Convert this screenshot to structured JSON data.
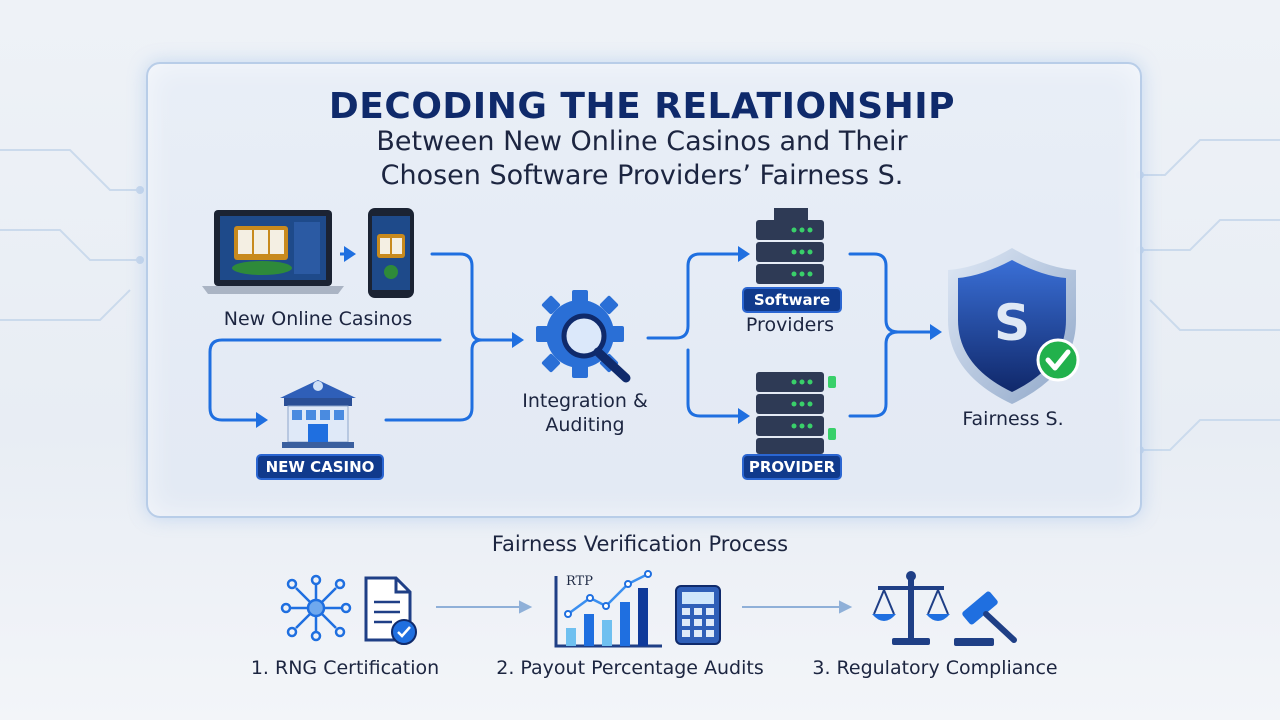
{
  "header": {
    "title": "DECODING THE RELATIONSHIP",
    "subtitle_line1": "Between New Online Casinos and Their",
    "subtitle_line2": "Chosen Software Providers’ Fairness S."
  },
  "nodes": {
    "online_casinos": "New Online Casinos",
    "new_casino_badge": "NEW CASINO",
    "integration_line1": "Integration &",
    "integration_line2": "Auditing",
    "software_badge": "Software",
    "software_label": "Providers",
    "provider_badge": "PROVIDER",
    "fairness_label": "Fairness S.",
    "shield_letter": "S"
  },
  "process": {
    "title": "Fairness Verification Process",
    "rtp_label": "RTP",
    "steps": [
      "1. RNG Certification",
      "2. Payout Percentage Audits",
      "3. Regulatory Compliance"
    ]
  },
  "colors": {
    "navy": "#0f2a6b",
    "accent_blue": "#1f6fe0",
    "badge_bg": "#103a8c",
    "check_green": "#22b14c"
  }
}
